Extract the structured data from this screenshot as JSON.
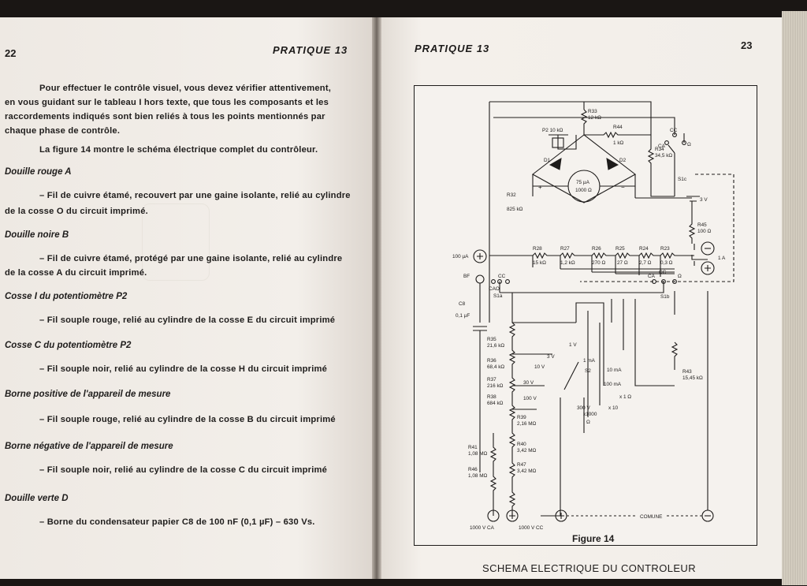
{
  "left_page": {
    "page_number": "22",
    "running_head": "PRATIQUE 13",
    "lines": [
      "Pour effectuer le contrôle visuel, vous devez vérifier attentivement,",
      "en vous guidant sur le tableau I hors texte, que tous les composants et les",
      "raccordements indiqués sont bien reliés à tous les points mentionnés par",
      "chaque phase de contrôle.",
      "La figure 14 montre le schéma électrique complet du contrôleur."
    ],
    "sections": [
      {
        "title": "Douille rouge A",
        "text": "– Fil de cuivre étamé, recouvert par une gaine isolante, relié au cylindre",
        "text2": "de la cosse O du circuit imprimé."
      },
      {
        "title": "Douille noire B",
        "text": "– Fil de cuivre étamé, protégé par une gaine isolante, relié au cylindre",
        "text2": "de la cosse A du circuit imprimé."
      },
      {
        "title": "Cosse I du potentiomètre P2",
        "text": "– Fil souple rouge, relié au cylindre de la cosse E du circuit imprimé",
        "text2": ""
      },
      {
        "title": "Cosse C du potentiomètre P2",
        "text": "– Fil souple noir, relié au cylindre de la cosse H du circuit imprimé",
        "text2": ""
      },
      {
        "title": "Borne positive de l'appareil de mesure",
        "text": "– Fil souple rouge, relié au cylindre de la cosse B du circuit imprimé",
        "text2": ""
      },
      {
        "title": "Borne négative de l'appareil de mesure",
        "text": "– Fil souple noir, relié au cylindre de la cosse C du circuit imprimé",
        "text2": ""
      },
      {
        "title": "Douille verte D",
        "text": "– Borne du condensateur papier C8 de 100 nF (0,1 µF) – 630 Vs.",
        "text2": ""
      }
    ]
  },
  "right_page": {
    "page_number": "23",
    "running_head": "PRATIQUE 13",
    "schematic_caption": "SCHEMA ELECTRIQUE DU CONTROLEUR",
    "figure_label": "Figure 14",
    "labels": {
      "r33": "R33",
      "r33v": "12 kΩ",
      "p2": "P2 10 kΩ",
      "r44": "R44",
      "r44v": "1 kΩ",
      "r34": "R34",
      "r34v": "34,5 kΩ",
      "ca": "CA",
      "cc": "CC",
      "omega": "Ω",
      "sic": "S1c",
      "d1": "D1",
      "d2": "D2",
      "meter": "75 µA",
      "meter2": "1000 Ω",
      "r32": "R32",
      "r32v": "825 kΩ",
      "batt": "3 V",
      "r45": "R45",
      "r45v": "100 Ω",
      "r28": "R28",
      "r28v": "15 kΩ",
      "r27": "R27",
      "r27v": "1,2 kΩ",
      "r26": "R26",
      "r26v": "270 Ω",
      "r25": "R25",
      "r25v": "27 Ω",
      "r24": "R24",
      "r24v": "2,7 Ω",
      "r23": "R23",
      "r23v": "0,3 Ω",
      "in100ua": "100 µA",
      "in1a": "1 A",
      "bf": "BF",
      "cao": "CAO",
      "cc2": "CC",
      "sia": "S1a",
      "ca2": "CA",
      "cc3": "CC",
      "omega2": "Ω",
      "sib": "S1b",
      "c8": "C8",
      "c8v": "0,1 µF",
      "r35": "R35",
      "r35v": "21,6 kΩ",
      "r36": "R36",
      "r36v": "68,4 kΩ",
      "r37": "R37",
      "r37v": "216 kΩ",
      "r38": "R38",
      "r38v": "684 kΩ",
      "r39": "R39",
      "r39v": "2,16 MΩ",
      "r40": "R40",
      "r40v": "3,42 MΩ",
      "r41": "R41",
      "r41v": "1,08 MΩ",
      "r46": "R46",
      "r46v": "1,08 MΩ",
      "r47": "R47",
      "r47v": "3,42 MΩ",
      "r43": "R43",
      "r43v": "15,45 kΩ",
      "v1": "1 V",
      "v3": "3 V",
      "v10": "10 V",
      "v30": "30 V",
      "v100": "100 V",
      "v300": "300 V",
      "ma1": "1 mA",
      "ma10": "10 mA",
      "ma100": "100 mA",
      "x1": "x 1 Ω",
      "x10": "x 10",
      "x1000": "x1000",
      "x1000b": "Ω",
      "s2": "S2",
      "vca": "1000 V CA",
      "vcc": "1000 V CC",
      "comune": "COMUNE"
    }
  }
}
